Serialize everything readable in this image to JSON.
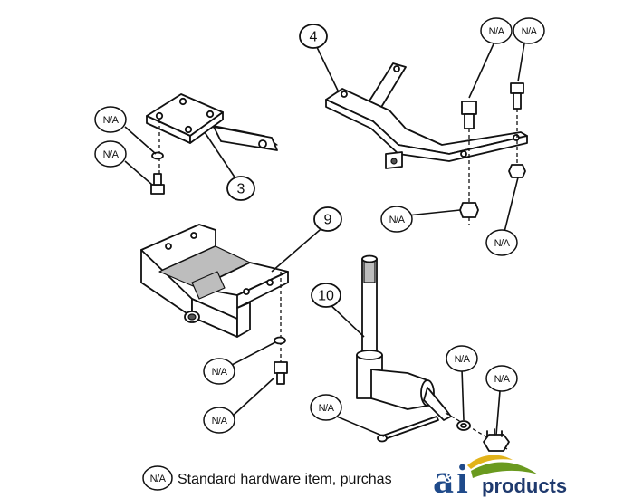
{
  "callouts": {
    "part3": "3",
    "part4": "4",
    "part9": "9",
    "part10": "10"
  },
  "na_label": "N/A",
  "legend": {
    "symbol": "N/A",
    "text": "Standard hardware item, purchas"
  },
  "logo": {
    "letter_a": "a",
    "letter_i": "i",
    "ampersand": "&",
    "word": "products",
    "colors": {
      "blue": "#1f4a8a",
      "green": "#6a9a1f",
      "yellow": "#e2b31a"
    }
  }
}
